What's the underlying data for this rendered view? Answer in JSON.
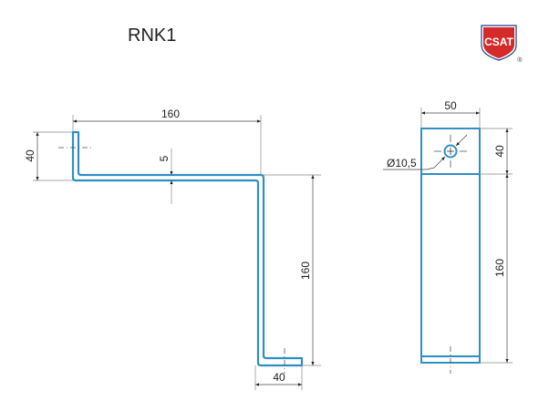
{
  "title": "RNK1",
  "logo": {
    "text": "CSAT",
    "registered": "®",
    "color": "#d42a2a",
    "border": "#1c3f8c"
  },
  "colors": {
    "part_outline": "#2f8fc4",
    "dimension": "#555555",
    "text": "#222222"
  },
  "side_view": {
    "dimensions": {
      "top_length": "160",
      "left_height": "40",
      "thickness": "5",
      "vertical_height": "160",
      "bottom_length": "40"
    }
  },
  "front_view": {
    "dimensions": {
      "width": "50",
      "top_height": "40",
      "bottom_height": "160",
      "hole_diameter": "Ø10,5"
    }
  }
}
